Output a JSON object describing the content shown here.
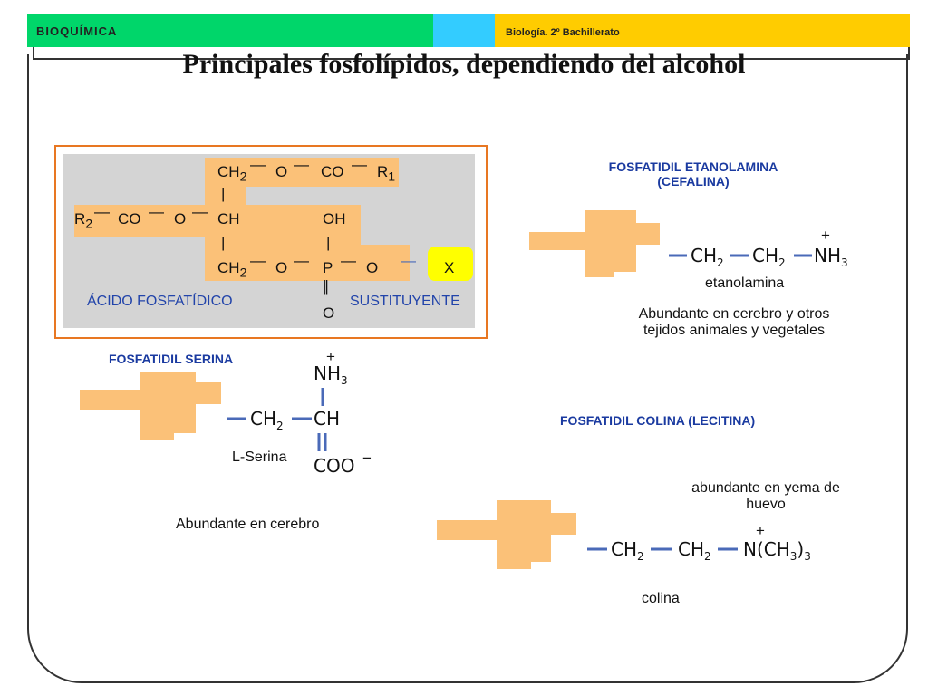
{
  "header": {
    "left_label": "BIOQUÍMICA",
    "right_label": "Biología. 2º Bachillerato"
  },
  "title": "Principales fosfolípidos, dependiendo del alcohol",
  "phosphatidic": {
    "row1": [
      "CH2",
      "O",
      "CO",
      "R1"
    ],
    "row2": [
      "R2",
      "CO",
      "O",
      "CH",
      "OH"
    ],
    "row3": [
      "CH2",
      "O",
      "P",
      "O",
      "X"
    ],
    "o_bottom": "O",
    "label_acid": "ÁCIDO FOSFATÍDICO",
    "label_substituent": "SUSTITUYENTE"
  },
  "ethanolamine": {
    "title_line1": "FOSFATIDIL ETANOLAMINA",
    "title_line2": "(CEFALINA)",
    "charge": "+",
    "formula": [
      "CH2",
      "CH2",
      "NH3"
    ],
    "name": "etanolamina",
    "desc_line1": "Abundante en cerebro y otros",
    "desc_line2": "tejidos animales y vegetales"
  },
  "serine": {
    "title": "FOSFATIDIL SERINA",
    "charge": "+",
    "nh3": "NH3",
    "formula": [
      "CH2",
      "CH"
    ],
    "coo": "COO",
    "coo_charge": "−",
    "name": "L-Serina",
    "desc": "Abundante en cerebro"
  },
  "choline": {
    "title": "FOSFATIDIL COLINA (LECITINA)",
    "desc_line1": "abundante en  yema de",
    "desc_line2": "huevo",
    "charge": "+",
    "formula": [
      "CH2",
      "CH2",
      "N(CH3)3"
    ],
    "name": "colina"
  },
  "colors": {
    "lipid": "#fbc178",
    "gray_box": "#d4d4d4",
    "box_border": "#e87722",
    "highlight": "#ffff00",
    "bond_blue": "#4a6ab8"
  }
}
